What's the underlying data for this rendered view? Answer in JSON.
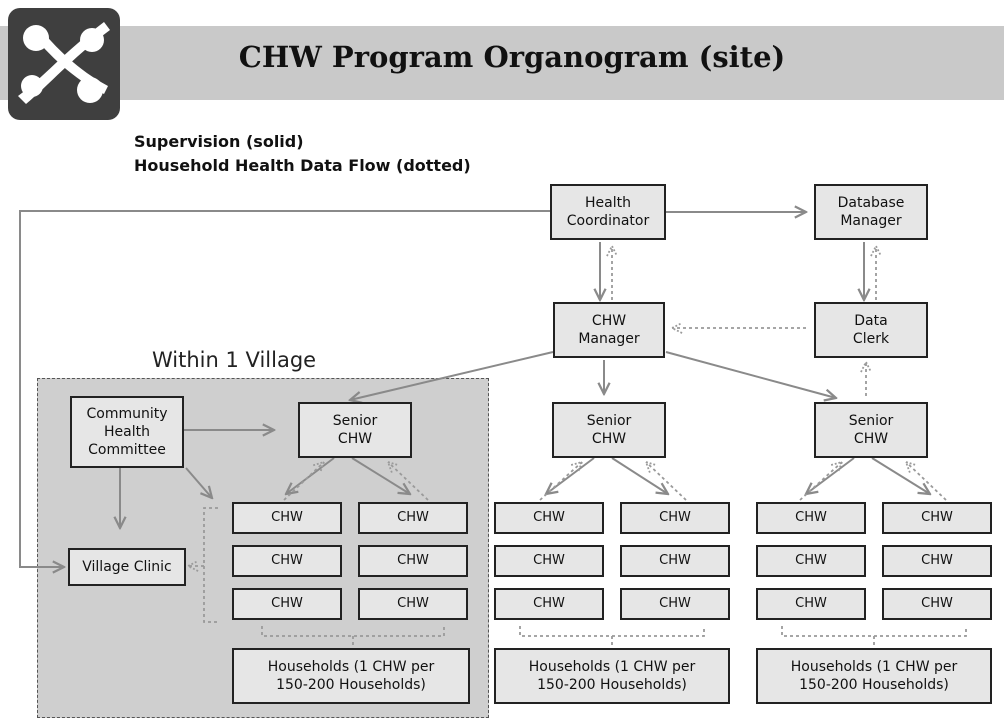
{
  "title": "CHW Program Organogram (site)",
  "legend": {
    "supervision": "Supervision (solid)",
    "data_flow": "Household Health Data Flow (dotted)"
  },
  "village_label": "Within 1 Village",
  "nodes": {
    "health_coordinator": "Health\nCoordinator",
    "database_manager": "Database\nManager",
    "chw_manager": "CHW\nManager",
    "data_clerk": "Data\nClerk",
    "community_health_committee": "Community\nHealth\nCommittee",
    "village_clinic": "Village Clinic",
    "senior_chw": "Senior\nCHW",
    "chw": "CHW",
    "households": "Households (1 CHW per\n150-200 Households)"
  },
  "colors": {
    "header_band": "#c9c9c9",
    "village_region": "#cfcfcf",
    "box_fill": "#e6e6e6",
    "arrow": "#8a8a8a"
  }
}
